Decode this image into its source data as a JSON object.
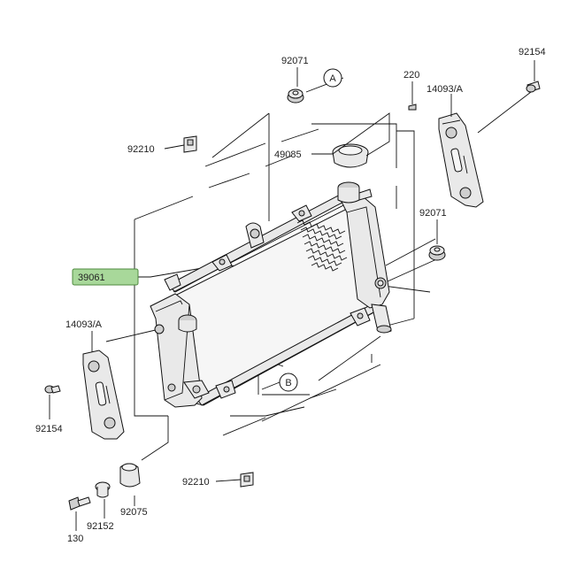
{
  "labels": {
    "p92071_top": "92071",
    "p220": "220",
    "p92154_top": "92154",
    "p14093_top": "14093/A",
    "p92210_top": "92210",
    "p49085": "49085",
    "p92071_right": "92071",
    "p39061": "39061",
    "p14093_left": "14093/A",
    "p92154_left": "92154",
    "p92210_bottom": "92210",
    "p92075": "92075",
    "p92152": "92152",
    "p130": "130"
  },
  "refs": {
    "a": "A",
    "b": "B"
  },
  "colors": {
    "highlight": "#a8d89a",
    "line": "#111111",
    "part_fill": "#e9e9e9"
  }
}
